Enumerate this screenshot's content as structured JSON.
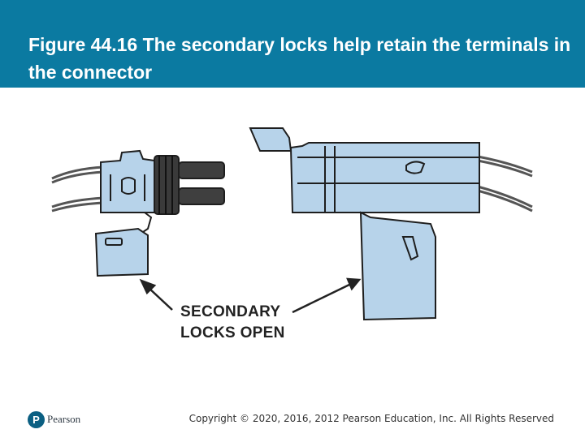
{
  "slide": {
    "title": "Figure 44.16 The secondary locks help retain the terminals in the connector",
    "figure": {
      "callout_line1": "SECONDARY",
      "callout_line2": "LOCKS OPEN"
    },
    "footer": {
      "logo_text": "Pearson",
      "copyright": "Copyright © 2020, 2016, 2012 Pearson Education, Inc. All Rights Reserved"
    }
  },
  "colors": {
    "header_bg": "#0b7aa1",
    "connector_fill": "#b7d3ea",
    "outline": "#1e1e1e",
    "wire": "#555555"
  }
}
